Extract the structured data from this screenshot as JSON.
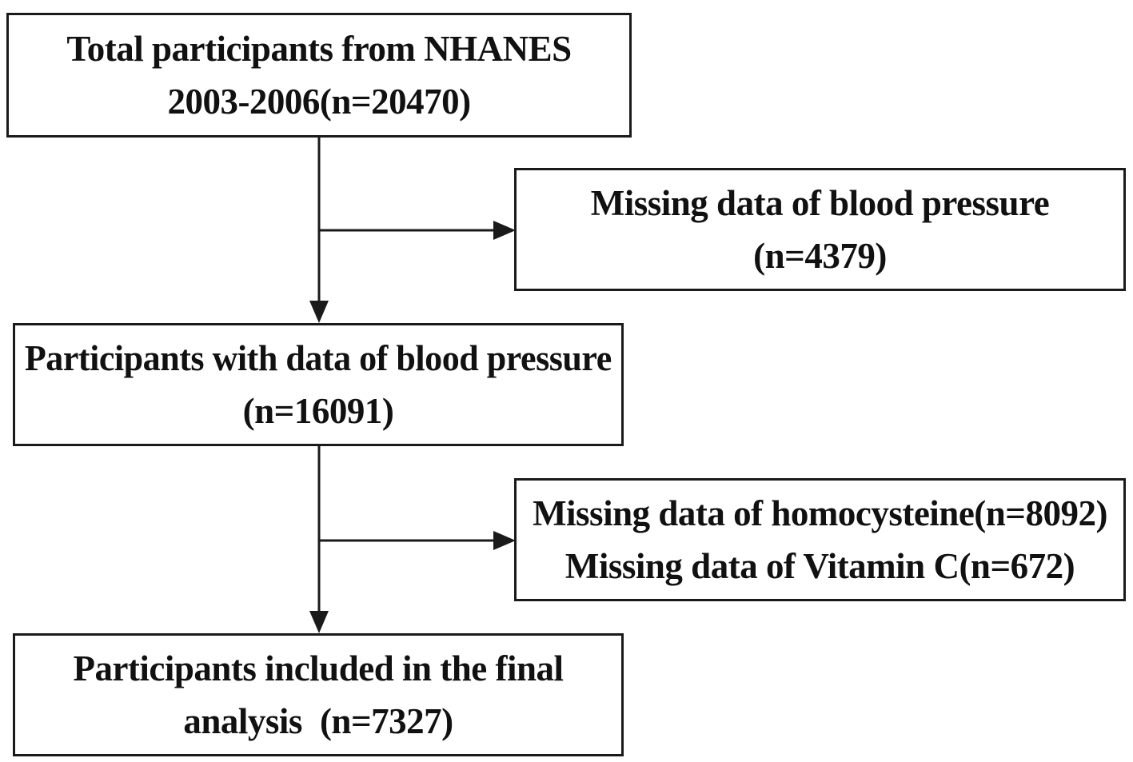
{
  "flowchart": {
    "total": {
      "line1": "Total participants from NHANES",
      "line2": "2003-2006(n=20470)"
    },
    "excluded_bp": {
      "line1": "Missing data of blood pressure",
      "line2": "(n=4379)"
    },
    "with_bp": {
      "line1": "Participants with data of blood pressure",
      "line2": "(n=16091)"
    },
    "excluded_hcy_vitc": {
      "line1": "Missing data of homocysteine(n=8092)",
      "line2": "Missing data of Vitamin C(n=672)"
    },
    "final": {
      "line1": "Participants included in the final",
      "line2": "analysis (n=7327)"
    }
  },
  "colors": {
    "line": "#1a1a1a",
    "text": "#111111",
    "background": "#ffffff"
  }
}
